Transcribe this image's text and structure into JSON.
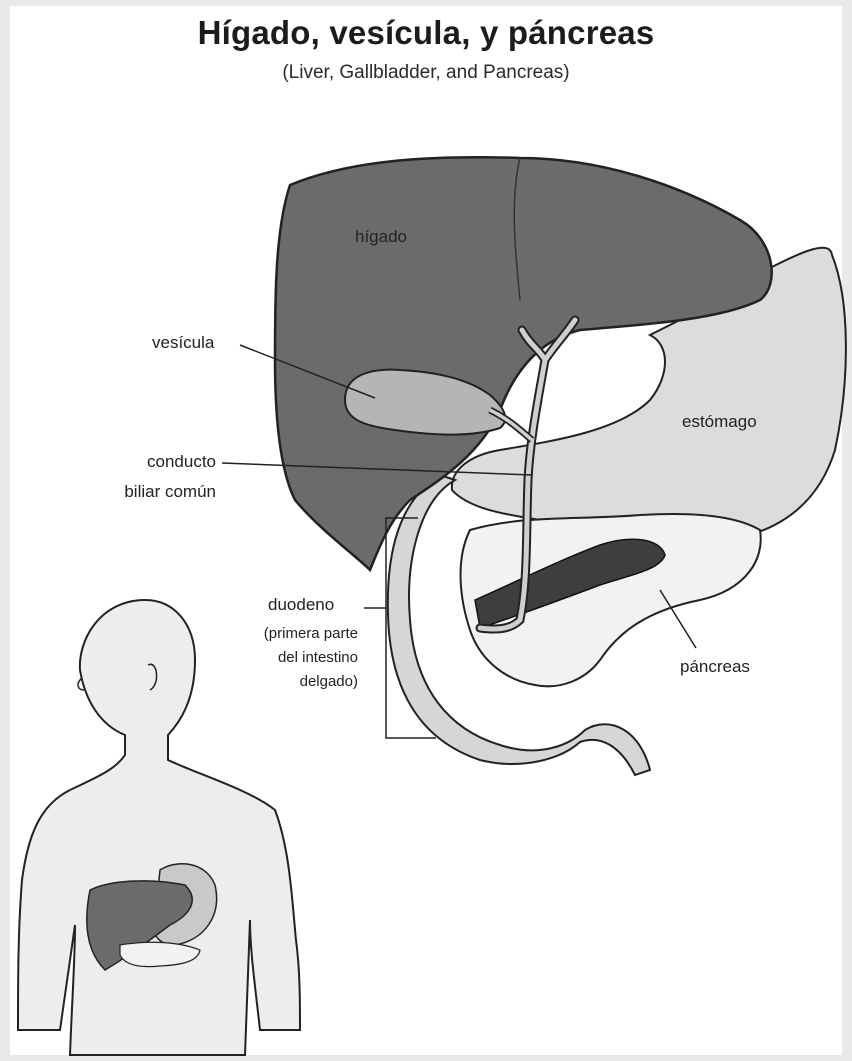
{
  "diagram": {
    "title": "Hígado, vesícula, y páncreas",
    "subtitle": "(Liver, Gallbladder, and Pancreas)",
    "labels": {
      "liver": "hígado",
      "gallbladder": "vesícula",
      "stomach": "estómago",
      "bile_duct_line1": "conducto",
      "bile_duct_line2": "biliar común",
      "duodenum": "duodeno",
      "duodenum_note_line1": "(primera parte",
      "duodenum_note_line2": "del intestino",
      "duodenum_note_line3": "delgado)",
      "pancreas": "páncreas"
    }
  },
  "colors": {
    "liver": "#6b6b6b",
    "stomach": "#dcdcdc",
    "pancreas": "#f2f2f2",
    "duct": "#cfcfcf",
    "skin": "#ededed"
  }
}
